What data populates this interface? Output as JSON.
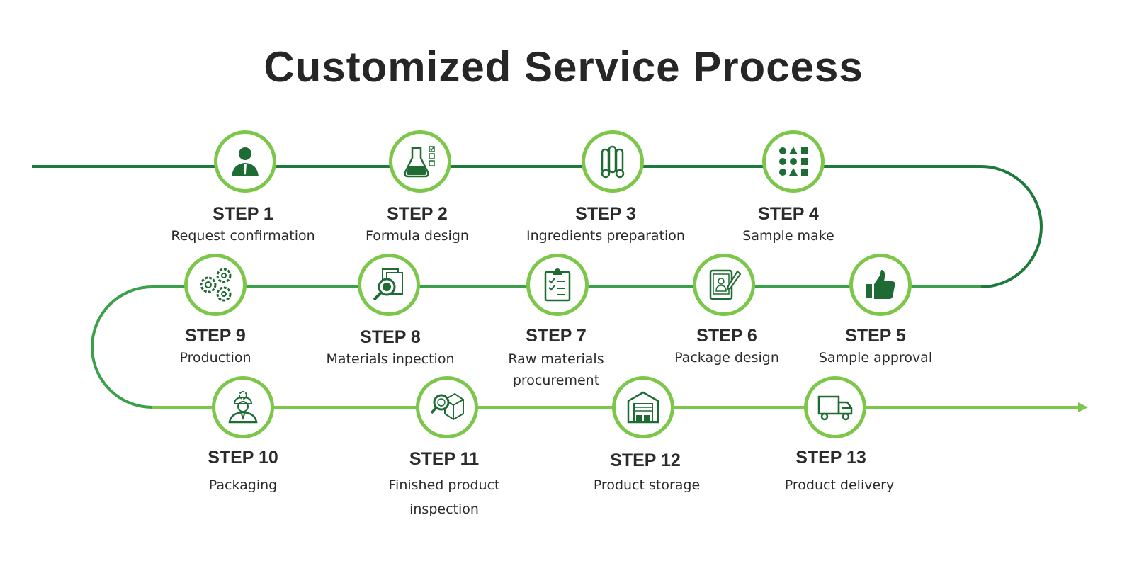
{
  "title": "Customized Service Process",
  "colors": {
    "dark_green": "#1e7a3c",
    "light_green": "#7cc64a",
    "icon_green": "#1e6b34",
    "text": "#262626"
  },
  "steps": [
    {
      "step": "STEP 1",
      "desc": [
        "Request confirmation"
      ],
      "icon": "person-icon"
    },
    {
      "step": "STEP 2",
      "desc": [
        "Formula design"
      ],
      "icon": "flask-checklist-icon"
    },
    {
      "step": "STEP 3",
      "desc": [
        "Ingredients preparation"
      ],
      "icon": "pipes-icon"
    },
    {
      "step": "STEP 4",
      "desc": [
        "Sample make"
      ],
      "icon": "shapes-grid-icon"
    },
    {
      "step": "STEP 5",
      "desc": [
        "Sample approval"
      ],
      "icon": "thumbs-up-icon"
    },
    {
      "step": "STEP 6",
      "desc": [
        "Package design"
      ],
      "icon": "tablet-pen-icon"
    },
    {
      "step": "STEP 7",
      "desc": [
        "Raw materials",
        "procurement"
      ],
      "icon": "clipboard-checklist-icon"
    },
    {
      "step": "STEP 8",
      "desc": [
        "Materials inpection"
      ],
      "icon": "documents-magnifier-icon"
    },
    {
      "step": "STEP 9",
      "desc": [
        "Production"
      ],
      "icon": "gears-people-icon"
    },
    {
      "step": "STEP 10",
      "desc": [
        "Packaging"
      ],
      "icon": "worker-icon"
    },
    {
      "step": "STEP 11",
      "desc": [
        "Finished product",
        "inspection"
      ],
      "icon": "box-magnifier-icon"
    },
    {
      "step": "STEP 12",
      "desc": [
        "Product storage"
      ],
      "icon": "warehouse-icon"
    },
    {
      "step": "STEP 13",
      "desc": [
        "Product delivery"
      ],
      "icon": "truck-icon"
    }
  ]
}
